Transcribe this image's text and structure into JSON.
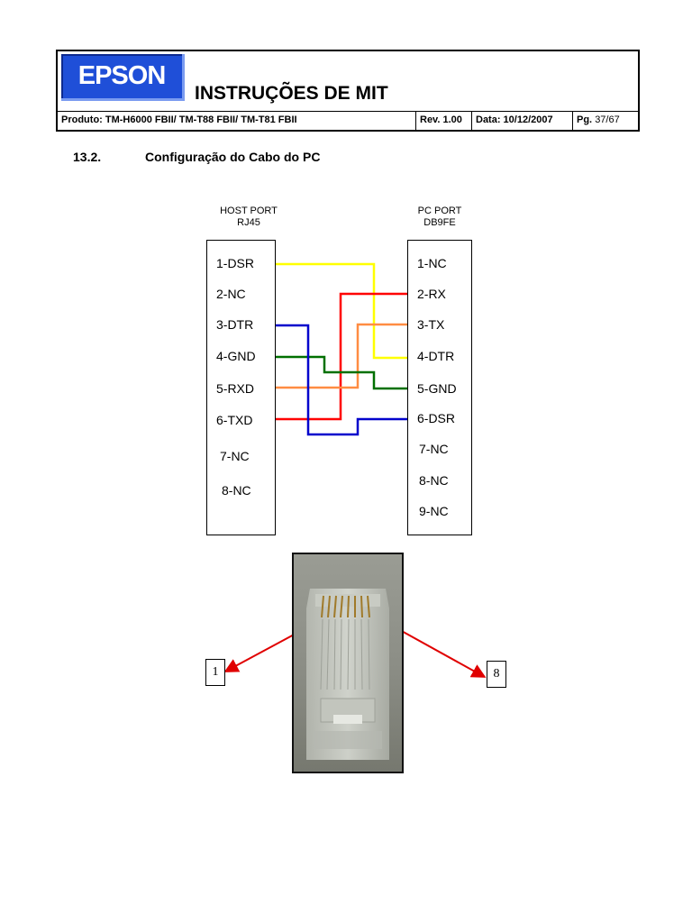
{
  "header": {
    "logo_text": "EPSON",
    "title": "INSTRUÇÕES DE MIT",
    "produto": "Produto: TM-H6000 FBII/ TM-T88 FBII/ TM-T81 FBII",
    "rev": "Rev. 1.00",
    "data": "Data: 10/12/2007",
    "pg_label": "Pg.",
    "pg_value": "37/67"
  },
  "section": {
    "number": "13.2.",
    "title": "Configuração do Cabo do PC"
  },
  "diagram": {
    "host_port": {
      "line1": "HOST PORT",
      "line2": "RJ45"
    },
    "pc_port": {
      "line1": "PC PORT",
      "line2": "DB9FE"
    },
    "host_pins": [
      "1-DSR",
      "2-NC",
      "3-DTR",
      "4-GND",
      "5-RXD",
      "6-TXD",
      "7-NC",
      "8-NC"
    ],
    "pc_pins": [
      "1-NC",
      "2-RX",
      "3-TX",
      "4-DTR",
      "5-GND",
      "6-DSR",
      "7-NC",
      "8-NC",
      "9-NC"
    ],
    "wire_colors": {
      "dsr_to_dtr": "#ffff00",
      "txd_to_rx": "#ff0000",
      "rxd_to_tx": "#ff8c42",
      "gnd_to_gnd": "#007000",
      "dtr_to_dsr": "#0000cc"
    }
  },
  "connector_photo": {
    "callout_left": "1",
    "callout_right": "8",
    "arrow_color": "#e00000"
  }
}
